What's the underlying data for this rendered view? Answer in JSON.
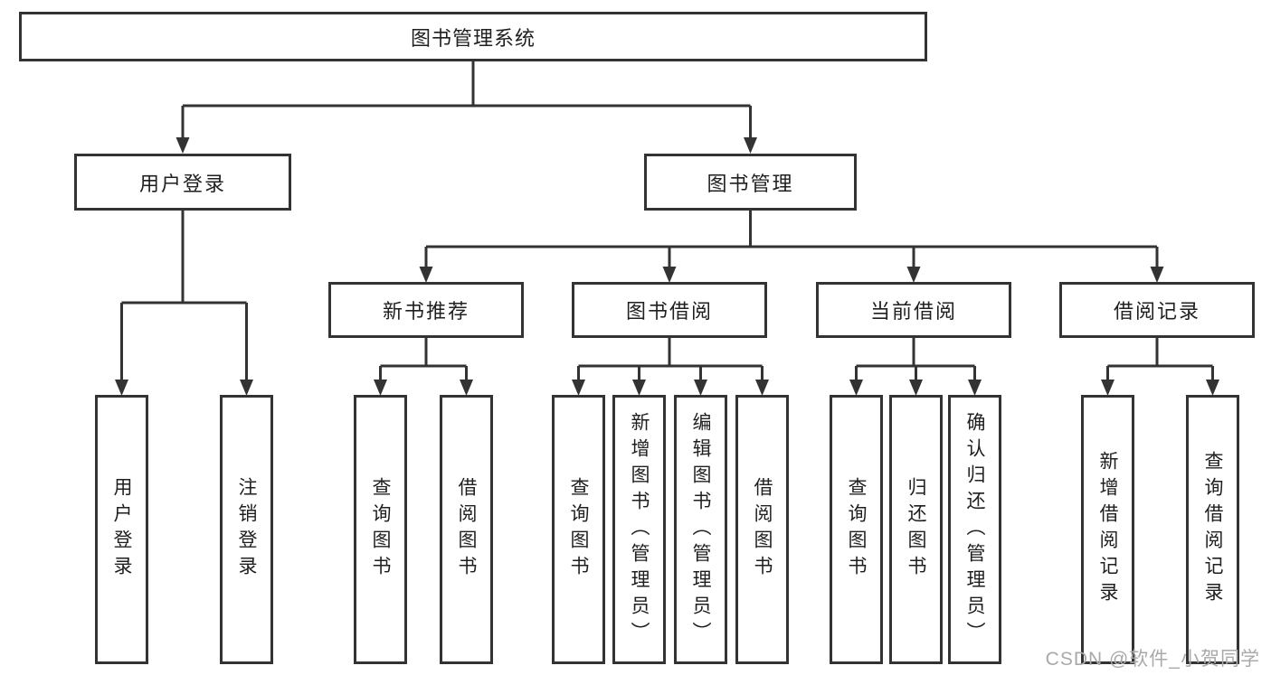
{
  "diagram": {
    "root": {
      "label": "图书管理系统"
    },
    "user_login": {
      "label": "用户登录",
      "children": [
        {
          "label": "用户登录"
        },
        {
          "label": "注销登录"
        }
      ]
    },
    "book_management": {
      "label": "图书管理",
      "modules": [
        {
          "label": "新书推荐",
          "children": [
            {
              "label": "查询图书"
            },
            {
              "label": "借阅图书"
            }
          ]
        },
        {
          "label": "图书借阅",
          "children": [
            {
              "label": "查询图书"
            },
            {
              "label": "新增图书（管理员）"
            },
            {
              "label": "编辑图书（管理员）"
            },
            {
              "label": "借阅图书"
            }
          ]
        },
        {
          "label": "当前借阅",
          "children": [
            {
              "label": "查询图书"
            },
            {
              "label": "归还图书"
            },
            {
              "label": "确认归还（管理员）"
            }
          ]
        },
        {
          "label": "借阅记录",
          "children": [
            {
              "label": "新增借阅记录"
            },
            {
              "label": "查询借阅记录"
            }
          ]
        }
      ]
    }
  },
  "watermark": {
    "text": "CSDN @软件_小贺同学"
  },
  "colors": {
    "line": "#333333",
    "text": "#1f1f1f",
    "background": "#ffffff",
    "watermark": "#a9a9a9"
  }
}
